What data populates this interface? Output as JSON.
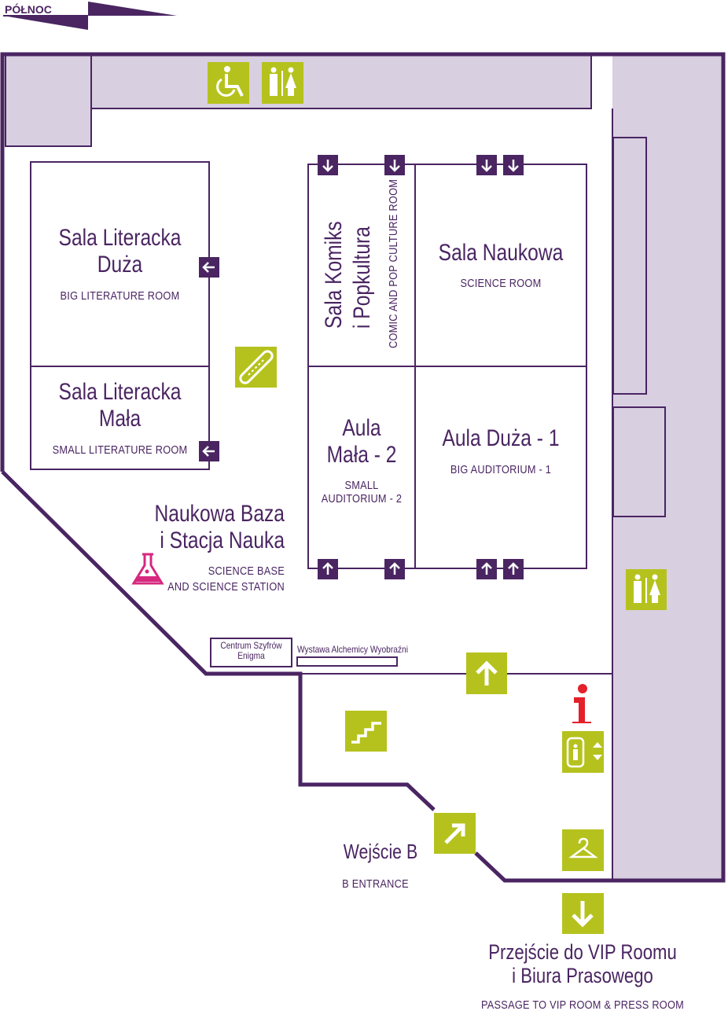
{
  "compass": {
    "label": "PÓŁNOC"
  },
  "rooms": {
    "big_literature": {
      "name_line1": "Sala Literacka",
      "name_line2": "Duża",
      "subtitle": "BIG LITERATURE ROOM"
    },
    "small_literature": {
      "name_line1": "Sala Literacka",
      "name_line2": "Mała",
      "subtitle": "SMALL LITERATURE ROOM"
    },
    "comic": {
      "name_line1": "Sala Komiks",
      "name_line2": "i Popkultura",
      "subtitle": "COMIC AND POP CULTURE ROOM"
    },
    "science": {
      "name": "Sala Naukowa",
      "subtitle": "SCIENCE ROOM"
    },
    "small_auditorium": {
      "name_line1": "Aula",
      "name_line2": "Mała - 2",
      "subtitle_line1": "SMALL",
      "subtitle_line2": "AUDITORIUM - 2"
    },
    "big_auditorium": {
      "name": "Aula Duża - 1",
      "subtitle": "BIG AUDITORIUM - 1"
    }
  },
  "areas": {
    "science_base": {
      "name_line1": "Naukowa Baza",
      "name_line2": "i Stacja Nauka",
      "subtitle_line1": "SCIENCE BASE",
      "subtitle_line2": "AND SCIENCE STATION"
    },
    "enigma": {
      "line1": "Centrum Szyfrów",
      "line2": "Enigma"
    },
    "alchemy": {
      "name": "Wystawa Alchemicy Wyobraźni"
    },
    "entrance_b": {
      "name": "Wejście B",
      "subtitle": "B ENTRANCE"
    },
    "vip_passage": {
      "name_line1": "Przejście do VIP Roomu",
      "name_line2": "i Biura Prasowego",
      "subtitle": "PASSAGE TO VIP ROOM & PRESS ROOM"
    }
  },
  "icons": [
    "accessibility-icon",
    "toilets-icon",
    "escalator-icon",
    "science-flask-icon",
    "stairs-icon",
    "information-icon",
    "elevator-icon",
    "cloakroom-icon",
    "arrow-up-icon",
    "arrow-diagonal-icon",
    "arrow-down-icon"
  ],
  "colors": {
    "wall": "#4a2562",
    "area": "#d8cfe0",
    "icon_bg": "#b5c21d",
    "info": "#e4202a",
    "flask": "#d6287f"
  }
}
